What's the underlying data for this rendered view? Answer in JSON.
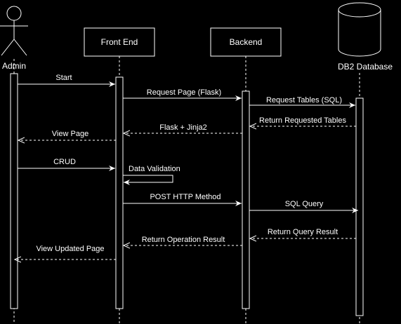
{
  "participants": {
    "admin": "Admin",
    "frontend": "Front End",
    "backend": "Backend",
    "database": "DB2 Database"
  },
  "messages": {
    "start": "Start",
    "request_page": "Request Page (Flask)",
    "request_tables": "Request Tables (SQL)",
    "return_tables": "Return Requested Tables",
    "flask_jinja": "Flask + Jinja2",
    "view_page": "View Page",
    "crud": "CRUD",
    "data_validation": "Data Validation",
    "post_http": "POST HTTP Method",
    "sql_query": "SQL Query",
    "return_query": "Return Query Result",
    "return_operation": "Return Operation Result",
    "view_updated": "View Updated Page"
  },
  "colors": {
    "background": "#000000",
    "foreground": "#ffffff"
  }
}
